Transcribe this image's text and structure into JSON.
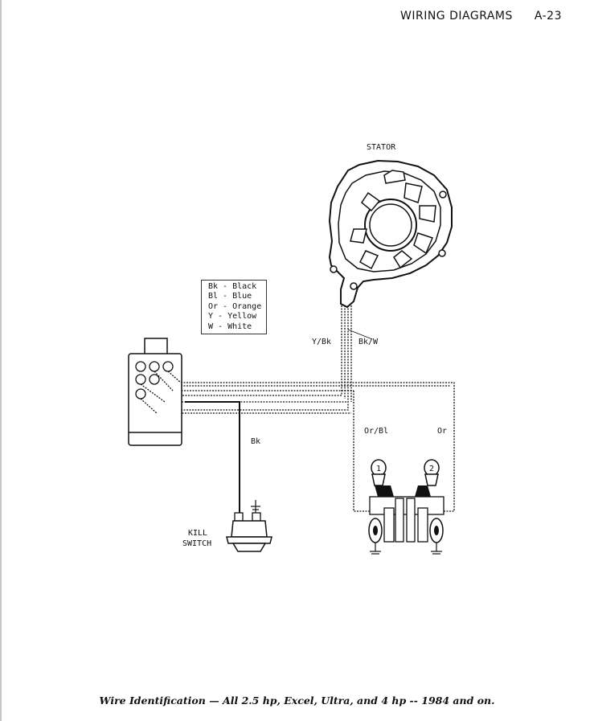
{
  "header": {
    "section": "WIRING DIAGRAMS",
    "page": "A-23"
  },
  "labels": {
    "stator": "STATOR",
    "wire_y_bk": "Y/Bk",
    "wire_bk_w": "Bk/W",
    "wire_or_bl": "Or/Bl",
    "wire_or": "Or",
    "wire_bk": "Bk",
    "kill_line1": "KILL",
    "kill_line2": "SWITCH",
    "coil1": "1",
    "coil2": "2"
  },
  "legend": [
    "Bk - Black",
    "Bl - Blue",
    "Or - Orange",
    "Y - Yellow",
    "W - White"
  ],
  "caption": "Wire Identification — All 2.5 hp, Excel, Ultra, and 4 hp -- 1984 and on."
}
